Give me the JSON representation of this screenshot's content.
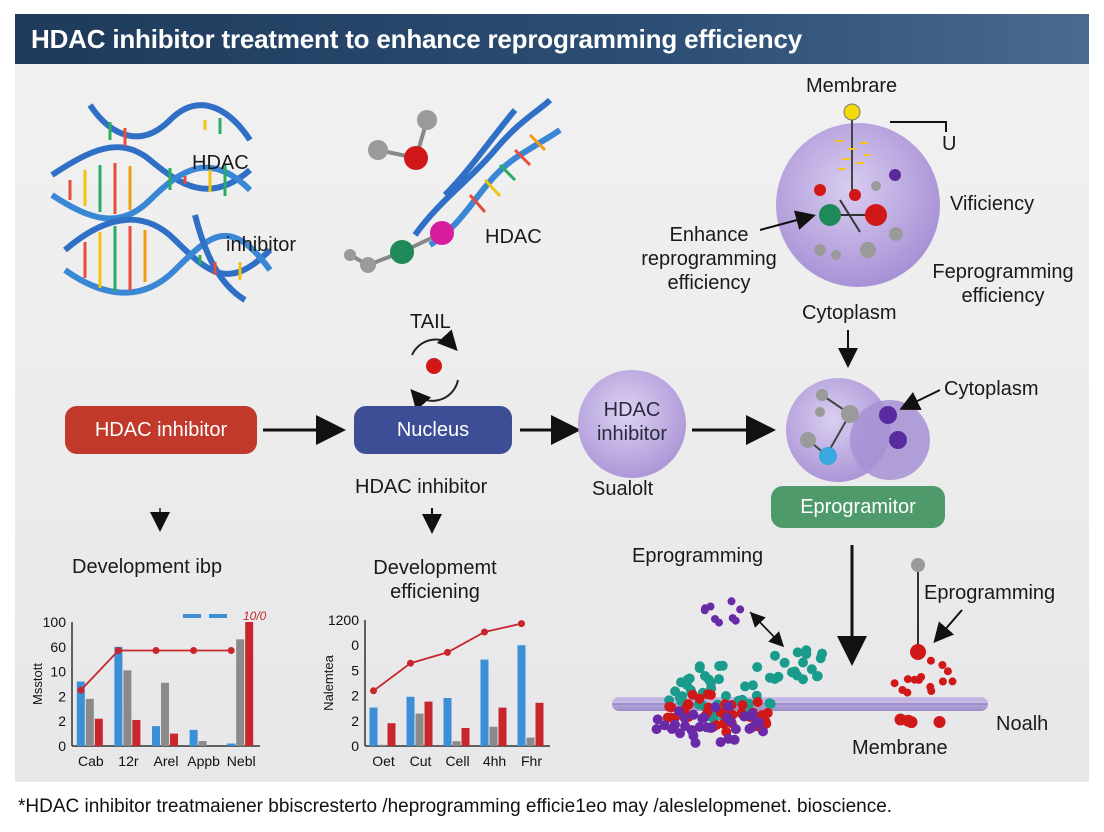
{
  "title": "HDAC inhibitor treatment to enhance reprogramming efficiency",
  "labels": {
    "hdac_top": "HDAC",
    "inhibitor_top": "inhibitor",
    "hdac_mid": "HDAC",
    "membrare": "Membrare",
    "u": "U",
    "vificiency": "Vificiency",
    "enhance_1": "Enhance",
    "enhance_2": "reprogramming",
    "enhance_3": "efficiency",
    "feprogramming_1": "Feprogramming",
    "feprogramming_2": "efficiency",
    "cytoplasm_top": "Cytoplasm",
    "tail": "TAIL",
    "cytoplasm_right": "Cytoplasm",
    "hdac_inhibitor_below": "HDAC inhibitor",
    "sualolt": "Sualolt",
    "eprogramming_left": "Eprogramming",
    "eprogramming_right": "Eprogramming",
    "noalh": "Noalh",
    "membrane": "Membrane",
    "dev_left": "Development ibp",
    "dev_mid_1": "Developmemt",
    "dev_mid_2": "efficiening"
  },
  "flow": {
    "box_hdac": "HDAC inhibitor",
    "box_nucleus": "Nucleus",
    "circle_1": "HDAC",
    "circle_2": "inhibitor",
    "box_eprog": "Eprogramitor"
  },
  "colors": {
    "red_box": "#c0392b",
    "nucleus_box": "#3d4e96",
    "green_box": "#4e9a6a",
    "bar_blue": "#3a8fd6",
    "bar_gray": "#8a8a8a",
    "bar_red": "#c8262c",
    "line_red": "#c8262c",
    "cell_purple": "#b9a6dc"
  },
  "footnote": "*HDAC inhibitor treatmaiener bbiscresterto /heprogramming efficie1eo may /aleslelopmenet. bioscience.",
  "chart_data": [
    {
      "type": "bar",
      "ylabel": "Msstott",
      "yticks": [
        "100",
        "60",
        "10",
        "2",
        "2",
        "0"
      ],
      "categories": [
        "Cab",
        "12r",
        "Arel",
        "Appb",
        "Nebl"
      ],
      "legend": "10/0",
      "series": [
        {
          "values": [
            5.2,
            8.0,
            1.6,
            1.3,
            0.2
          ]
        },
        {
          "values": [
            3.8,
            6.1,
            5.1,
            0.4,
            8.6
          ]
        },
        {
          "values": [
            2.2,
            2.1,
            1.0,
            0.0,
            10.0
          ]
        }
      ],
      "line": [
        4.5,
        7.7,
        7.7,
        7.7,
        7.7
      ],
      "ylim": [
        0,
        10
      ]
    },
    {
      "type": "bar",
      "ylabel": "Nalemtea",
      "yticks": [
        "1200",
        "0",
        "5",
        "2",
        "2",
        "0"
      ],
      "categories": [
        "Oet",
        "Cut",
        "Cell",
        "4hh",
        "Fhr"
      ],
      "series": [
        {
          "values": [
            3.2,
            4.1,
            4.0,
            7.2,
            8.4
          ]
        },
        {
          "values": [
            0.1,
            2.7,
            0.4,
            1.6,
            0.7
          ]
        },
        {
          "values": [
            1.9,
            3.7,
            1.5,
            3.2,
            3.6
          ]
        }
      ],
      "line": [
        4.6,
        6.9,
        7.8,
        9.5,
        10.2
      ],
      "ylim": [
        0,
        10.5
      ]
    }
  ]
}
